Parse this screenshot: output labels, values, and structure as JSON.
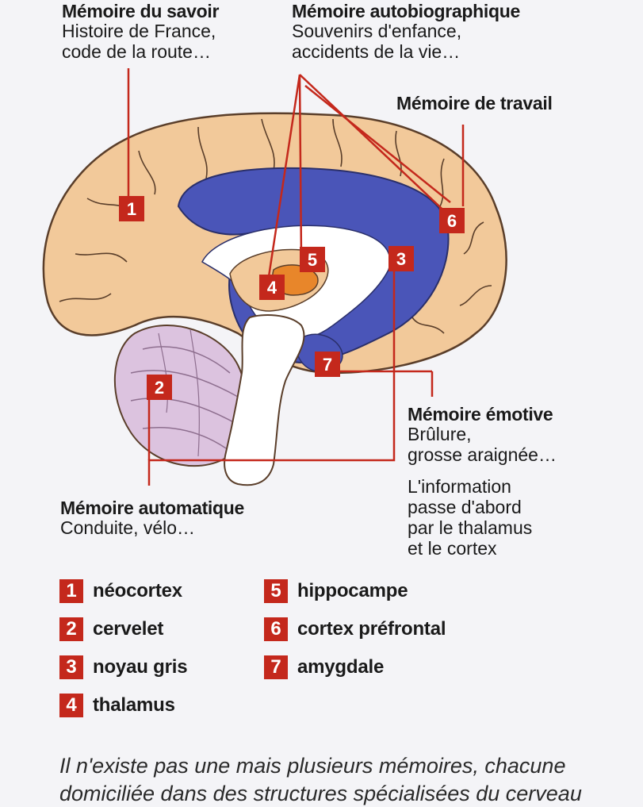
{
  "labels": {
    "savoir": {
      "title": "Mémoire du savoir",
      "desc_1": "Histoire de France,",
      "desc_2": "code de la route…"
    },
    "autobio": {
      "title": "Mémoire autobiographique",
      "desc_1": "Souvenirs d'enfance,",
      "desc_2": "accidents de la vie…"
    },
    "travail": {
      "title": "Mémoire de travail"
    },
    "emotive": {
      "title": "Mémoire émotive",
      "desc_1": "Brûlure,",
      "desc_2": "grosse araignée…"
    },
    "automatique": {
      "title": "Mémoire automatique",
      "desc_1": "Conduite, vélo…"
    }
  },
  "info_note": [
    "L'information",
    "passe d'abord",
    "par le thalamus",
    "et le cortex"
  ],
  "markers": [
    "1",
    "2",
    "3",
    "4",
    "5",
    "6",
    "7"
  ],
  "legend": [
    {
      "num": "1",
      "text": "néocortex"
    },
    {
      "num": "2",
      "text": "cervelet"
    },
    {
      "num": "3",
      "text": "noyau gris"
    },
    {
      "num": "4",
      "text": "thalamus"
    },
    {
      "num": "5",
      "text": "hippocampe"
    },
    {
      "num": "6",
      "text": "cortex préfrontal"
    },
    {
      "num": "7",
      "text": "amygdale"
    }
  ],
  "caption": [
    "Il n'existe pas une mais plusieurs mémoires, chacune",
    "domiciliée dans des structures spécialisées du cerveau"
  ],
  "colors": {
    "cortex": "#f2c99a",
    "cortex_outline": "#5a3e2a",
    "limbic": "#4a55b8",
    "cerebellum": "#dcc3df",
    "brainstem": "#ffffff",
    "thalamus": "#e8862a",
    "marker": "#c4281c",
    "leader_line": "#c4281c"
  }
}
